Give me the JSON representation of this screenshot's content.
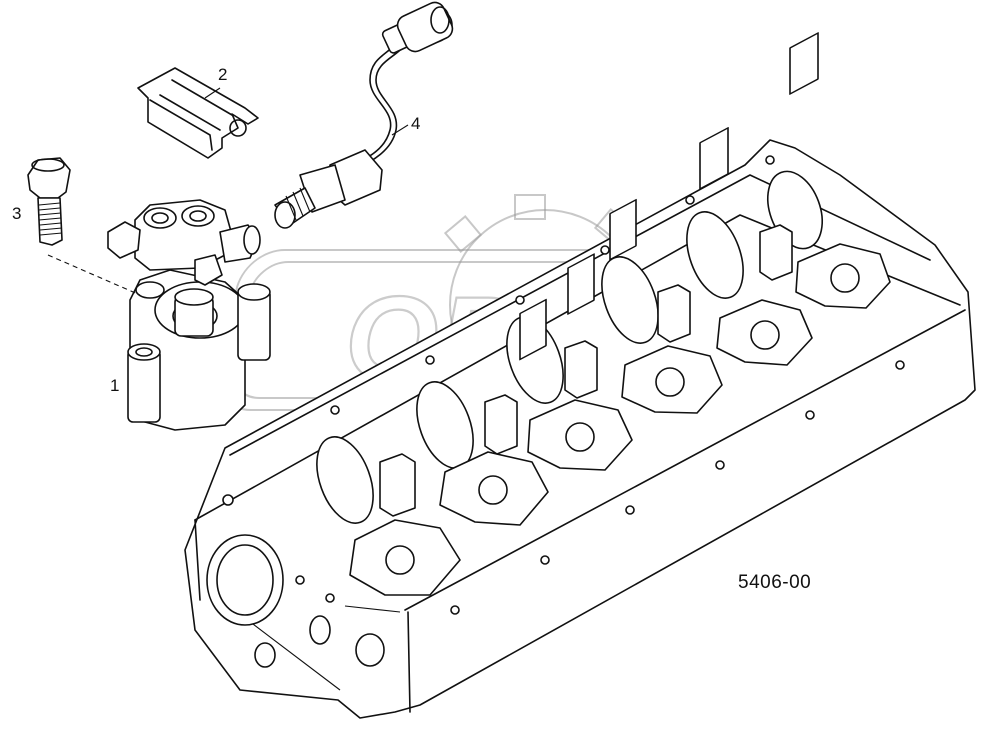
{
  "figure_code": "5406-00",
  "callouts": [
    {
      "id": "1",
      "label": "1"
    },
    {
      "id": "2",
      "label": "2"
    },
    {
      "id": "3",
      "label": "3"
    },
    {
      "id": "4",
      "label": "4"
    }
  ],
  "watermark": {
    "text": "OPEX"
  },
  "colors": {
    "line": "#111111",
    "background": "#ffffff",
    "watermark": "#9a9a9a"
  }
}
